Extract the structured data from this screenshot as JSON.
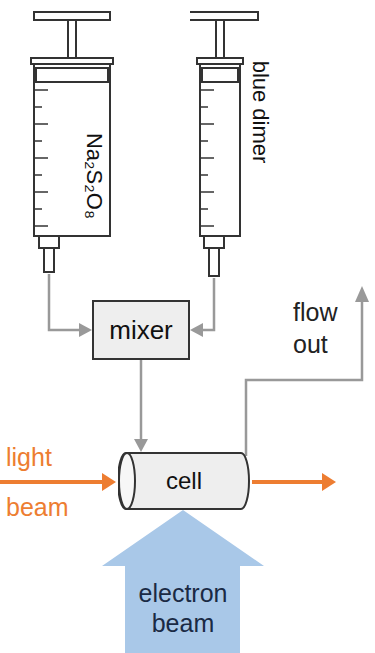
{
  "diagram": {
    "nodes": [
      {
        "text": [
          "Na₂S₂O₈"
        ]
      },
      {
        "text": [
          "blue dimer"
        ]
      },
      {
        "text": [
          "mixer"
        ]
      },
      {
        "text": [
          "cell"
        ]
      }
    ],
    "edges": [
      {
        "from": 0,
        "to": 2,
        "arrow": "to"
      },
      {
        "from": 1,
        "to": 2,
        "arrow": "to"
      },
      {
        "from": 2,
        "to": 3,
        "arrow": "to"
      }
    ],
    "labels": [
      "flow out",
      "light beam",
      "electron beam"
    ]
  }
}
